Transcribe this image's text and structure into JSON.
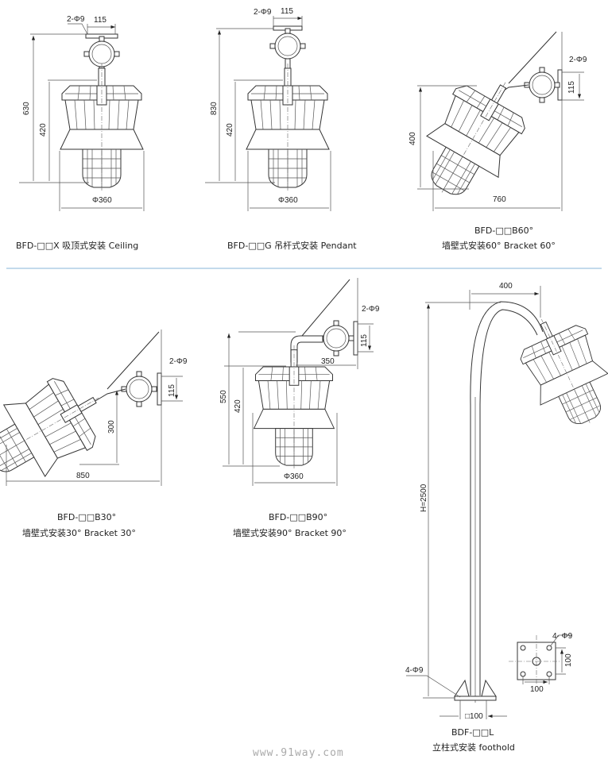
{
  "figures": [
    {
      "model": "BFD-□□X 吸顶式安装 Ceiling",
      "dims": {
        "holes": "2-Φ9",
        "plate": "115",
        "total": "630",
        "lamp": "420",
        "dia": "Φ360"
      }
    },
    {
      "model": "BFD-□□G 吊杆式安装 Pendant",
      "dims": {
        "holes": "2-Φ9",
        "plate": "115",
        "total": "830",
        "lamp": "420",
        "dia": "Φ360"
      }
    },
    {
      "model": "BFD-□□B60°",
      "mount": "墙壁式安装60°  Bracket 60°",
      "dims": {
        "holes": "2-Φ9",
        "plate": "115",
        "height": "400",
        "width": "760"
      }
    },
    {
      "model": "BFD-□□B30°",
      "mount": "墙壁式安装30°  Bracket 30°",
      "dims": {
        "holes": "2-Φ9",
        "plate": "115",
        "height": "300",
        "width": "850"
      }
    },
    {
      "model": "BFD-□□B90°",
      "mount": "墙壁式安装90°  Bracket 90°",
      "dims": {
        "holes": "2-Φ9",
        "plate": "115",
        "total": "550",
        "lamp": "420",
        "arm": "350",
        "dia": "Φ360"
      }
    },
    {
      "model": "BDF-□□L",
      "mount": "立柱式安装 foothold",
      "dims": {
        "reach": "400",
        "height": "H=2500",
        "base_holes": "4-Φ9",
        "base": "□100",
        "plate_holes": "4- Φ9",
        "plate_v": "100",
        "plate_h": "100"
      }
    }
  ],
  "watermark": "www.91way.com",
  "colors": {
    "separator": "#9fc3e0",
    "line": "#333333"
  }
}
